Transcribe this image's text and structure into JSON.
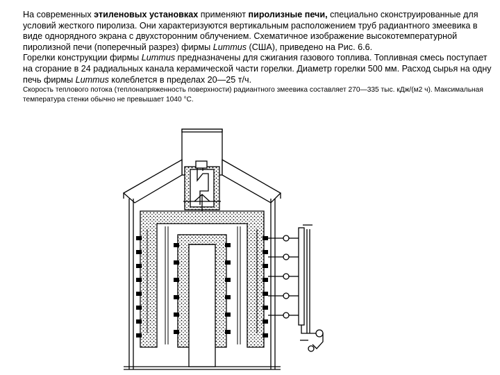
{
  "paragraph1": {
    "a": "На современных ",
    "b": "этиленовых установках",
    "c": " применяют ",
    "d": "пиролизные печи,",
    "e": " специально сконструированные для условий жесткого пиролиза. Они характеризуются вертикальным расположением труб радиантного змеевика в виде однорядного экрана с двухсторонним облучением. Схематичное изображение высокотемпературной пиролизной печи (поперечный разрез)  фирмы ",
    "f": "Lummus",
    "g": " (США), приведено на Рис. 6.6."
  },
  "paragraph2": {
    "a": "Горелки конструкции фирмы ",
    "b": "Lummus",
    "c": " предназначены для сжигания газового топлива. Топливная смесь поступает на сгорание в 24 радиальных канала керамической части горелки. Диаметр горелки 500 мм. Расход сырья на одну печь фирмы ",
    "d": "Lummus",
    "e": " колеблется в пределах 20—25 т/ч."
  },
  "note": "Скорость теплового потока (теплонапряженность поверхности) радиантного змеевика составляет 270—335 тыс. кДж/(м2 ч). Максимальная температура стенки обычно не превышает 1040 °С."
}
